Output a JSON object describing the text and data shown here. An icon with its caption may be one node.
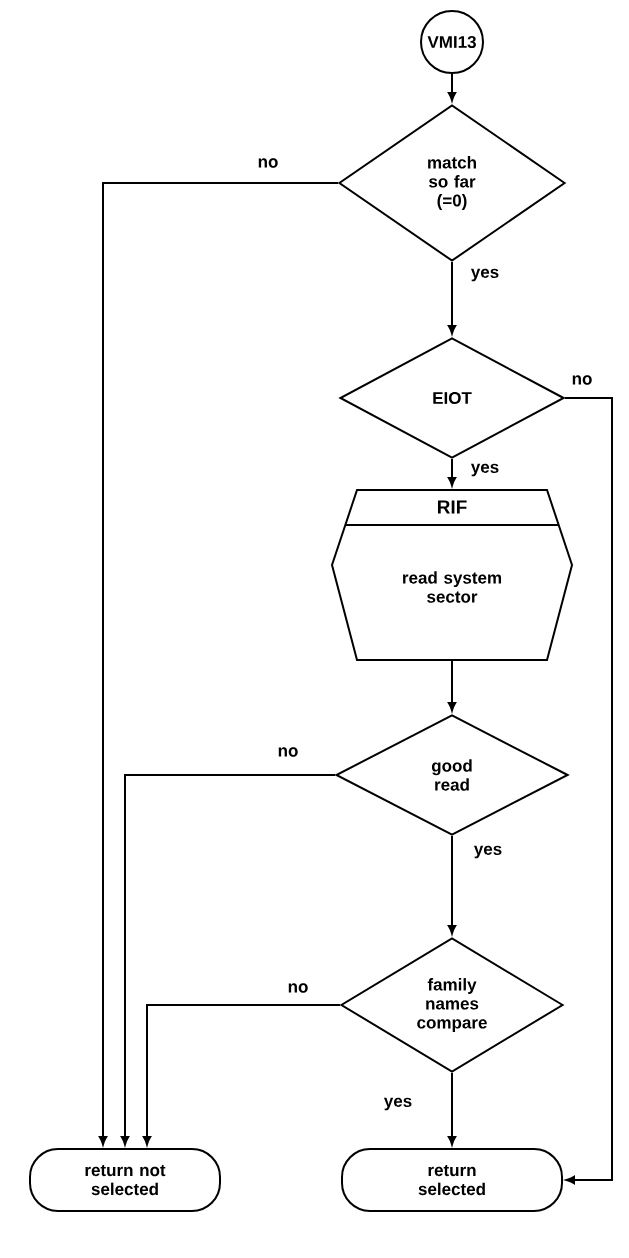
{
  "diagram": {
    "nodes": [
      {
        "text": [
          "VMI13"
        ]
      },
      {
        "text": [
          "match so far (=0)"
        ]
      },
      {
        "text": [
          "EIOT"
        ]
      },
      {
        "text": [
          "RIF",
          "read system sector"
        ]
      },
      {
        "text": [
          "good read"
        ]
      },
      {
        "text": [
          "family names compare"
        ]
      },
      {
        "text": [
          "return not selected"
        ]
      },
      {
        "text": [
          "return selected"
        ]
      }
    ],
    "edges": [
      {
        "from": 0,
        "to": 1,
        "arrow": "to"
      },
      {
        "from": 1,
        "to": 6,
        "arrow": "to",
        "label": "no"
      },
      {
        "from": 1,
        "to": 2,
        "arrow": "to",
        "label": "yes"
      },
      {
        "from": 2,
        "to": 7,
        "arrow": "to",
        "label": "no"
      },
      {
        "from": 2,
        "to": 3,
        "arrow": "to",
        "label": "yes"
      },
      {
        "from": 3,
        "to": 4,
        "arrow": "to"
      },
      {
        "from": 4,
        "to": 6,
        "arrow": "to",
        "label": "no"
      },
      {
        "from": 4,
        "to": 5,
        "arrow": "to",
        "label": "yes"
      },
      {
        "from": 5,
        "to": 6,
        "arrow": "to",
        "label": "no"
      },
      {
        "from": 5,
        "to": 7,
        "arrow": "to",
        "label": "yes"
      }
    ]
  }
}
